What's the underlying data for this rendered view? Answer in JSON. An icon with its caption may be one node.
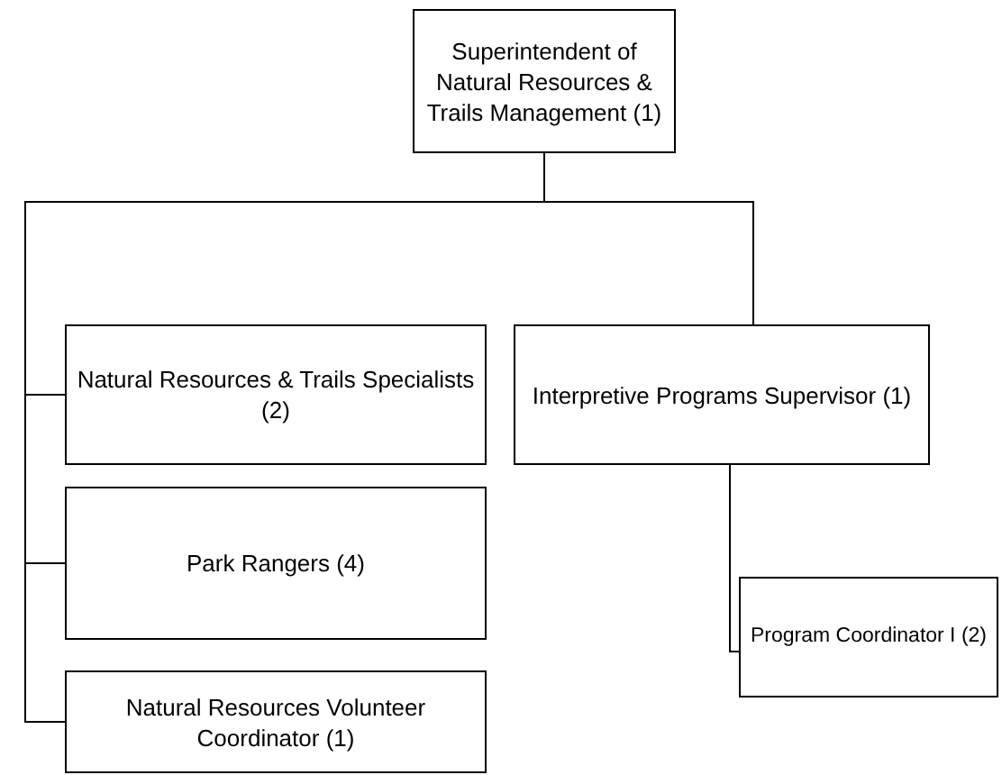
{
  "diagram": {
    "nodes": [
      {
        "text": [
          "Superintendent of Natural Resources & Trails Management (1)"
        ]
      },
      {
        "text": [
          "Natural Resources & Trails Specialists (2)"
        ]
      },
      {
        "text": [
          "Park Rangers (4)"
        ]
      },
      {
        "text": [
          "Natural Resources Volunteer Coordinator (1)"
        ]
      },
      {
        "text": [
          "Interpretive Programs Supervisor (1)"
        ]
      },
      {
        "text": [
          "Program Coordinator I (2)"
        ]
      }
    ],
    "edges": [
      {
        "from": 0,
        "to": 1,
        "arrow": "none"
      },
      {
        "from": 0,
        "to": 2,
        "arrow": "none"
      },
      {
        "from": 0,
        "to": 3,
        "arrow": "none"
      },
      {
        "from": 0,
        "to": 4,
        "arrow": "none"
      },
      {
        "from": 4,
        "to": 5,
        "arrow": "none"
      }
    ]
  }
}
